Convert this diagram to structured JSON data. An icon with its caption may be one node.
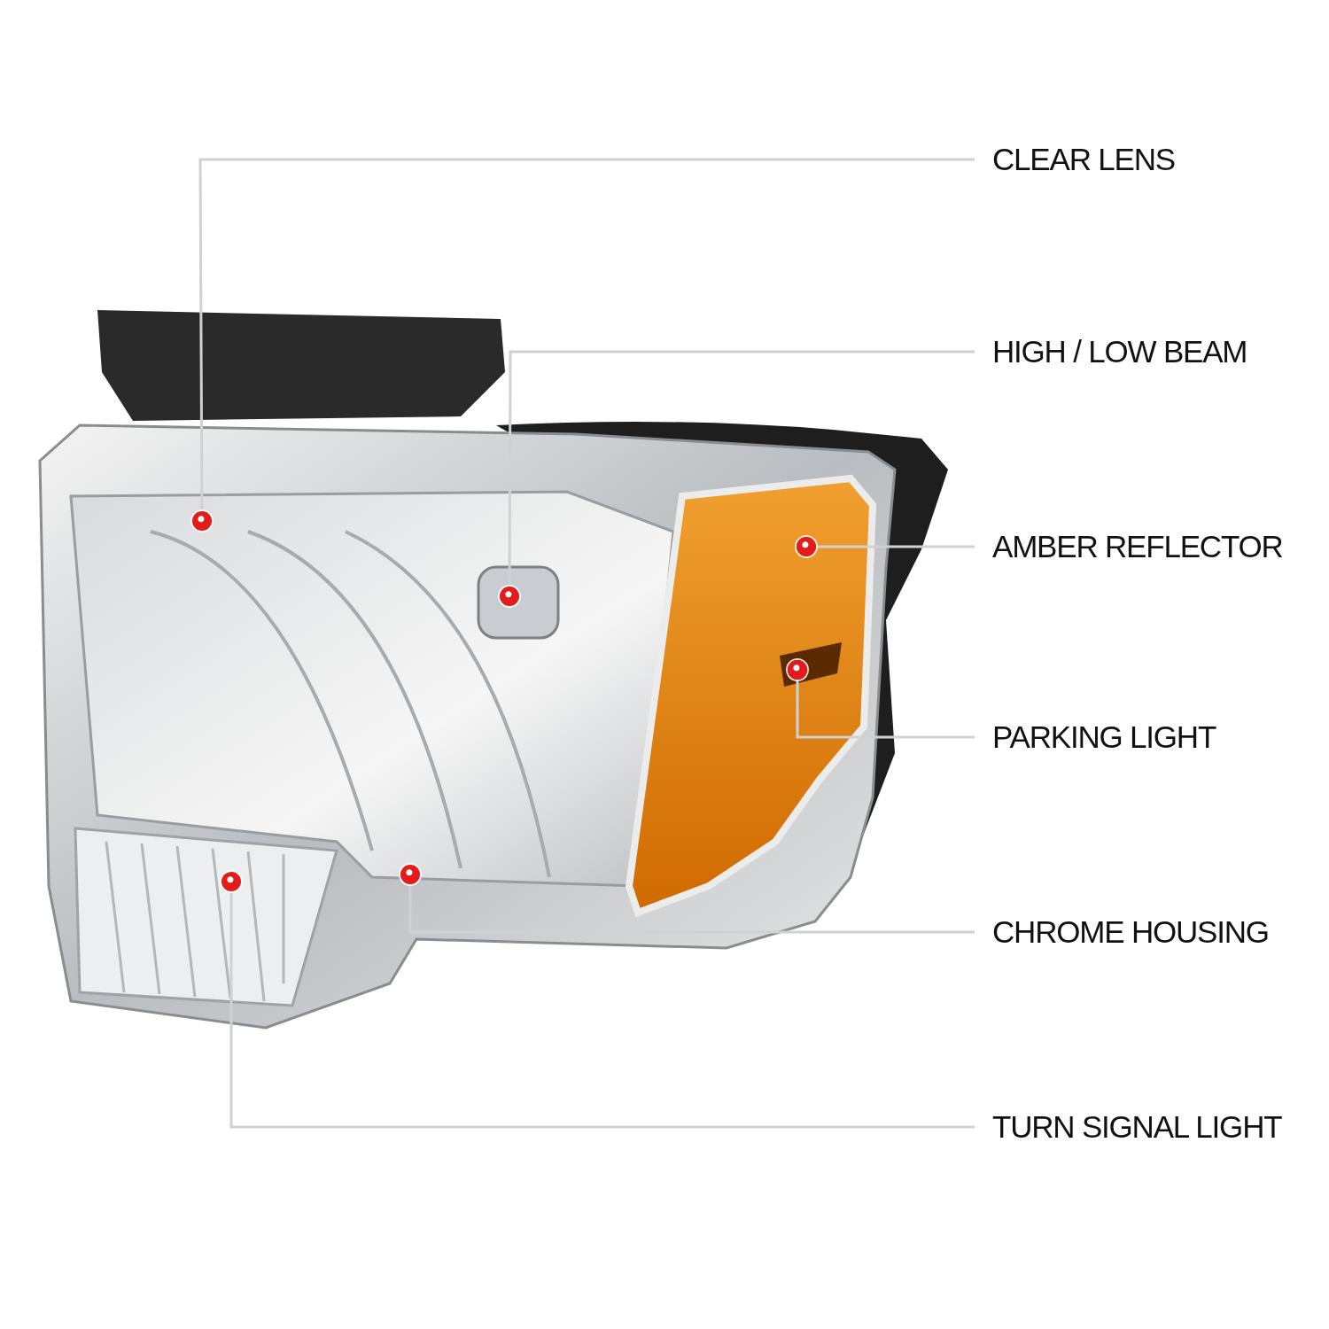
{
  "diagram": {
    "nodes": [
      {
        "text": [
          "CLEAR LENS"
        ]
      },
      {
        "text": [
          "HIGH / LOW BEAM"
        ]
      },
      {
        "text": [
          "AMBER REFLECTOR"
        ]
      },
      {
        "text": [
          "PARKING LIGHT"
        ]
      },
      {
        "text": [
          "CHROME HOUSING"
        ]
      },
      {
        "text": [
          "TURN SIGNAL LIGHT"
        ]
      },
      {
        "text": [],
        "shape": "circle"
      },
      {
        "text": [],
        "shape": "circle"
      },
      {
        "text": [],
        "shape": "circle"
      },
      {
        "text": [],
        "shape": "circle"
      },
      {
        "text": [],
        "shape": "circle"
      },
      {
        "text": [],
        "shape": "circle"
      }
    ],
    "edges": [
      {
        "from": 0,
        "to": 6,
        "arrow": "none"
      },
      {
        "from": 1,
        "to": 7,
        "arrow": "none"
      },
      {
        "from": 2,
        "to": 8,
        "arrow": "none"
      },
      {
        "from": 3,
        "to": 9,
        "arrow": "none"
      },
      {
        "from": 4,
        "to": 10,
        "arrow": "none"
      },
      {
        "from": 5,
        "to": 11,
        "arrow": "none"
      }
    ]
  }
}
